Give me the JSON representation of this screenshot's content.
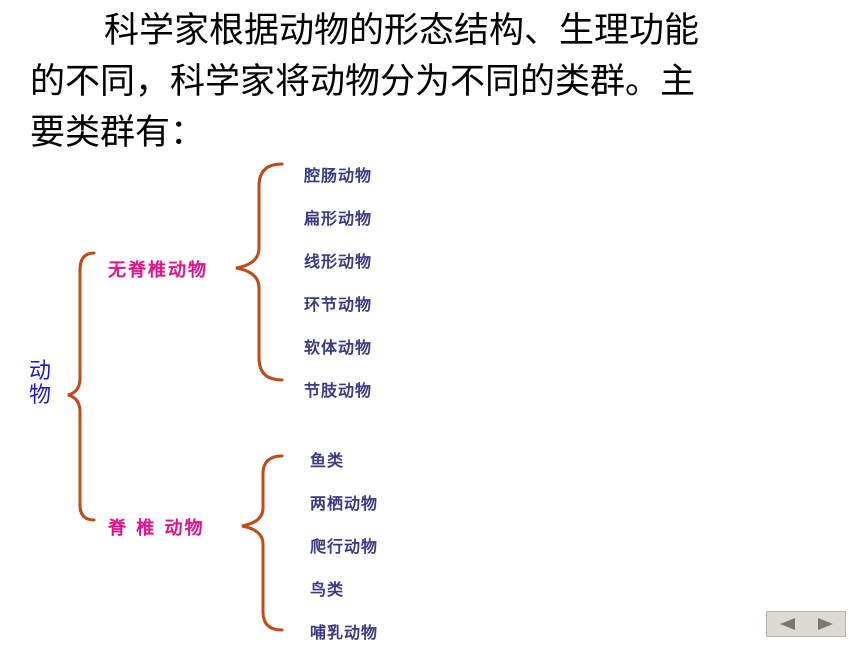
{
  "intro": {
    "line1": "科学家根据动物的形态结构、生理功能",
    "line2": "的不同，科学家将动物分为不同的类群。主",
    "line3": "要类群有："
  },
  "tree": {
    "root": "动物",
    "groups": [
      {
        "label": "无脊椎动物",
        "items": [
          "腔肠动物",
          "扁形动物",
          "线形动物",
          "环节动物",
          "软体动物",
          "节肢动物"
        ]
      },
      {
        "label": "脊 椎 动物",
        "items": [
          "鱼类",
          "两栖动物",
          "爬行动物",
          "鸟类",
          "哺乳动物"
        ]
      }
    ]
  },
  "colors": {
    "bracket": "#c24a1a",
    "root": "#1a1acc",
    "group": "#e8108a",
    "leaf": "#3a3a86"
  },
  "nav": {
    "prev_icon": "triangle-left-icon",
    "next_icon": "triangle-right-icon"
  }
}
